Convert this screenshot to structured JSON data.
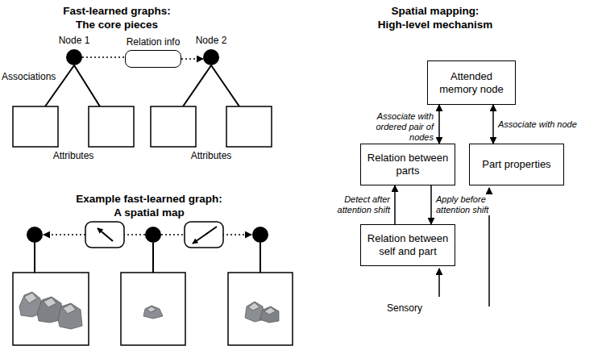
{
  "diagram": {
    "nodes": [
      {
        "text": [
          "Node 1"
        ]
      },
      {
        "text": [
          "Relation info"
        ]
      },
      {
        "text": [
          "Node 2"
        ]
      },
      {
        "text": [
          "Attended memory node"
        ]
      },
      {
        "text": [
          "Relation between parts"
        ]
      },
      {
        "text": [
          "Part properties"
        ]
      },
      {
        "text": [
          "Relation between self and part"
        ]
      }
    ],
    "edges": [
      {
        "from": 0,
        "to": 1,
        "arrow": "none"
      },
      {
        "from": 1,
        "to": 2,
        "arrow": "to"
      },
      {
        "from": 4,
        "to": 3,
        "arrow": "both",
        "label": "Associate with ordered pair of nodes"
      },
      {
        "from": 5,
        "to": 3,
        "arrow": "both",
        "label": "Associate with node"
      },
      {
        "from": 6,
        "to": 4,
        "arrow": "to",
        "label": "Detect after attention shift"
      },
      {
        "from": 4,
        "to": 6,
        "arrow": "to",
        "label": "Apply before attention shift"
      }
    ],
    "labels": [
      "Fast-learned graphs: The core pieces",
      "Associations",
      "Attributes",
      "Attributes",
      "Example fast-learned graph: A spatial map",
      "Spatial mapping: High-level mechanism",
      "Sensory"
    ]
  }
}
